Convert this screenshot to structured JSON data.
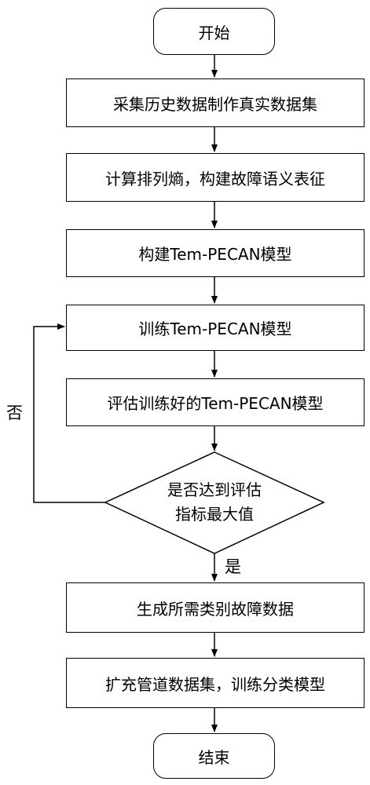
{
  "nodes": {
    "start": "开始",
    "collect": "采集历史数据制作真实数据集",
    "entropy": "计算排列熵，构建故障语义表征",
    "build_model": "构建Tem-PECAN模型",
    "train_model": "训练Tem-PECAN模型",
    "evaluate_model": "评估训练好的Tem-PECAN模型",
    "decision_line1": "是否达到评估",
    "decision_line2": "指标最大值",
    "generate": "生成所需类别故障数据",
    "expand": "扩充管道数据集，训练分类模型",
    "end": "结束"
  },
  "edges": {
    "no_label": "否",
    "yes_label": "是"
  }
}
